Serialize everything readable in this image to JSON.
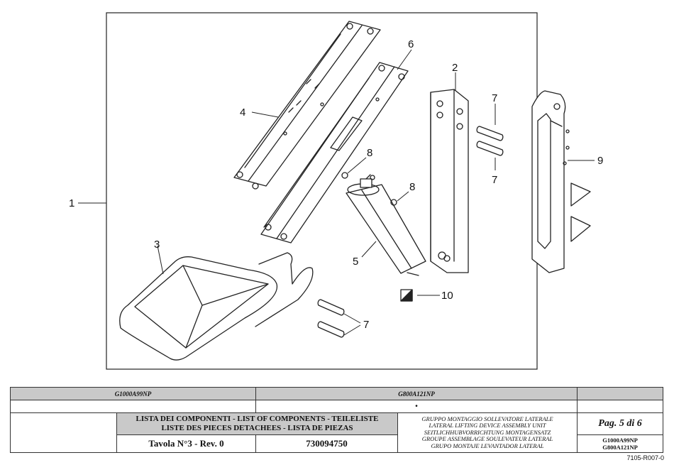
{
  "callouts": {
    "c1": "1",
    "c2": "2",
    "c3": "3",
    "c4": "4",
    "c5": "5",
    "c6": "6",
    "c7a": "7",
    "c7b": "7",
    "c7c": "7",
    "c8a": "8",
    "c8b": "8",
    "c9": "9",
    "c10": "10"
  },
  "title_block": {
    "model_1": "G1000A99NP",
    "model_2": "G800A121NP",
    "model_3": "",
    "mark_1": "",
    "mark_2": "•",
    "mark_3": "",
    "list_title_line1": "LISTA DEI COMPONENTI - LIST OF COMPONENTS - TEILELISTE",
    "list_title_line2": "LISTE DES PIECES DETACHEES - LISTA DE PIEZAS",
    "description_lines": [
      "GRUPPO MONTAGGIO SOLLEVATORE LATERALE",
      "LATERAL LIFTING DEVICE ASSEMBLY UNIT",
      "SEITLICHHUBVORRICHTUNG MONTAGENSATZ",
      "GROUPE ASSEMBLAGE SOULEVATEUR LATERAL",
      "GRUPO MONTAJE LEVANTADOR LATERAL"
    ],
    "page": "Pag. 5 di 6",
    "table_ref": "Tavola N°3 - Rev. 0",
    "part_number": "730094750",
    "codes": [
      "G1000A99NP",
      "G800A121NP"
    ]
  },
  "doc_ref": "7105-R007-0"
}
